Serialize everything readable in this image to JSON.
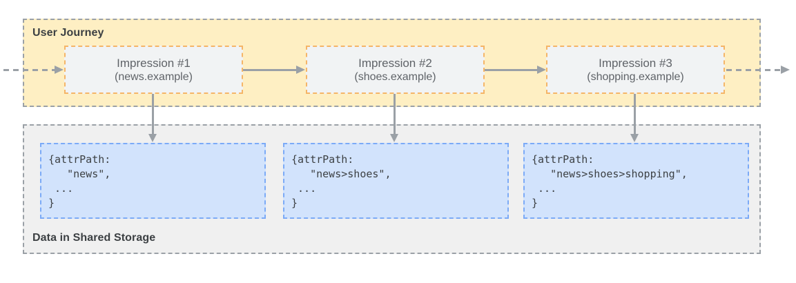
{
  "user_journey": {
    "label": "User Journey",
    "impressions": [
      {
        "title": "Impression #1",
        "subtitle": "(news.example)"
      },
      {
        "title": "Impression #2",
        "subtitle": "(shoes.example)"
      },
      {
        "title": "Impression #3",
        "subtitle": "(shopping.example)"
      }
    ]
  },
  "shared_storage": {
    "label": "Data in Shared Storage",
    "entries": [
      {
        "code": "{attrPath:\n   \"news\",\n ...\n}"
      },
      {
        "code": "{attrPath:\n   \"news>shoes\",\n ...\n}"
      },
      {
        "code": "{attrPath:\n   \"news>shoes>shopping\",\n ...\n}"
      }
    ]
  },
  "colors": {
    "journey_background": "#FEEFC3",
    "journey_box_border": "#F5B567",
    "journey_box_background": "#F1F3F4",
    "storage_background": "#F0F0F0",
    "storage_card_background": "#D2E3FC",
    "storage_card_border": "#7BAAF7",
    "section_border": "#9AA0A6",
    "arrow": "#9AA0A6",
    "label_text": "#3C4043",
    "box_text": "#5F6368",
    "code_text": "#3C4043"
  }
}
